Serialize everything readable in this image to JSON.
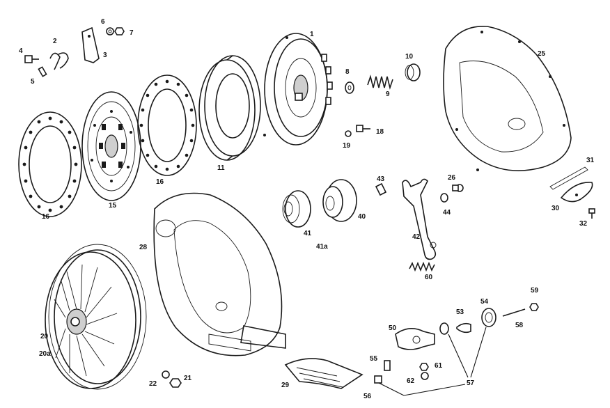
{
  "labels": {
    "l1": "1",
    "l2": "2",
    "l3": "3",
    "l4": "4",
    "l5": "5",
    "l6": "6",
    "l7": "7",
    "l8": "8",
    "l9": "9",
    "l10": "10",
    "l11": "11",
    "l15": "15",
    "l16a": "16",
    "l16b": "16",
    "l18": "18",
    "l19": "19",
    "l20": "20",
    "l20a": "20a",
    "l21": "21",
    "l22": "22",
    "l25": "25",
    "l26": "26",
    "l28": "28",
    "l29": "29",
    "l30": "30",
    "l31": "31",
    "l32": "32",
    "l40": "40",
    "l41": "41",
    "l41a": "41a",
    "l42": "42",
    "l43": "43",
    "l44": "44",
    "l50": "50",
    "l53": "53",
    "l54": "54",
    "l55": "55",
    "l56": "56",
    "l57": "57",
    "l58": "58",
    "l59": "59",
    "l60": "60",
    "l61": "61",
    "l62": "62"
  }
}
